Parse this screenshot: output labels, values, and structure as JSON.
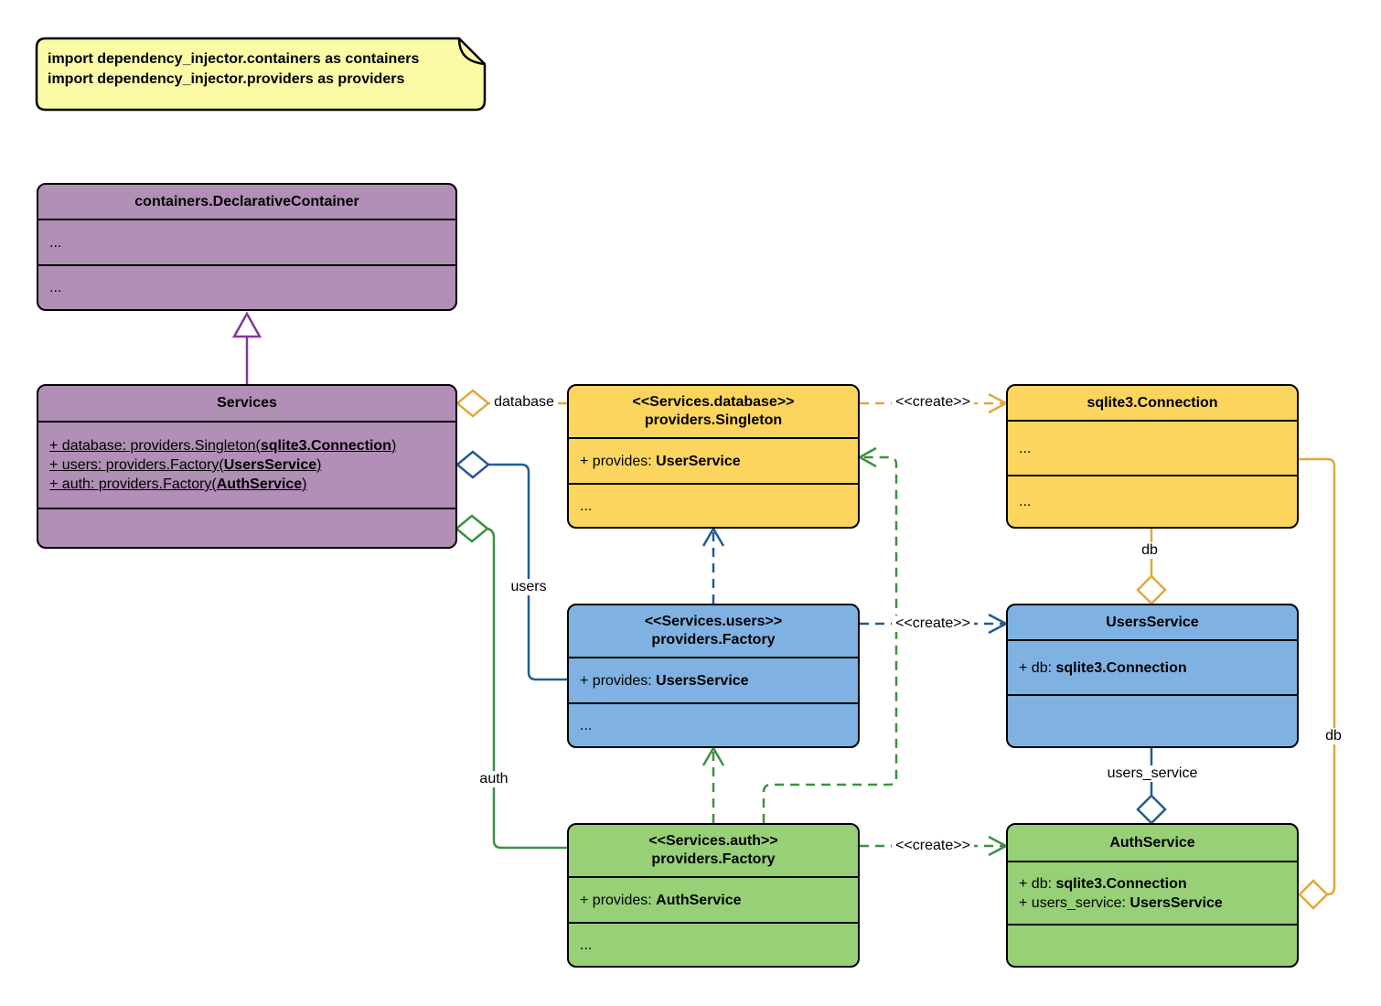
{
  "note": {
    "lines": [
      "import dependency_injector.containers as containers",
      "import dependency_injector.providers as providers"
    ]
  },
  "classes": {
    "declarative_container": {
      "title": "containers.DeclarativeContainer",
      "compartment1": "...",
      "compartment2": "..."
    },
    "services": {
      "title": "Services",
      "attributes": [
        {
          "prefix": "+ database: providers.Singleton(",
          "bold": "sqlite3.Connection",
          "suffix": ")"
        },
        {
          "prefix": "+ users: providers.Factory(",
          "bold": "UsersService",
          "suffix": ")"
        },
        {
          "prefix": "+ auth: providers.Factory(",
          "bold": "AuthService",
          "suffix": ")"
        }
      ]
    },
    "database_singleton": {
      "stereotype": "<<Services.database>>",
      "title": "providers.Singleton",
      "provides_prefix": "+ provides: ",
      "provides_bold": "UserService",
      "more": "..."
    },
    "sqlite_connection": {
      "title": "sqlite3.Connection",
      "compartment1": "...",
      "compartment2": "..."
    },
    "users_factory": {
      "stereotype": "<<Services.users>>",
      "title": "providers.Factory",
      "provides_prefix": "+ provides: ",
      "provides_bold": "UsersService",
      "more": "..."
    },
    "users_service": {
      "title": "UsersService",
      "attr_prefix": "+ db: ",
      "attr_bold": "sqlite3.Connection"
    },
    "auth_factory": {
      "stereotype": "<<Services.auth>>",
      "title": "providers.Factory",
      "provides_prefix": "+ provides: ",
      "provides_bold": "AuthService",
      "more": "..."
    },
    "auth_service": {
      "title": "AuthService",
      "attributes": [
        {
          "prefix": "+ db: ",
          "bold": "sqlite3.Connection"
        },
        {
          "prefix": "+ users_service: ",
          "bold": "UsersService"
        }
      ]
    }
  },
  "edge_labels": {
    "database": "database",
    "users": "users",
    "auth": "auth",
    "create_database": "<<create>>",
    "create_users": "<<create>>",
    "create_auth": "<<create>>",
    "db_users": "db",
    "db_auth": "db",
    "users_service": "users_service"
  },
  "colors": {
    "purple_fill": "#B18FB6",
    "purple_line": "#7D3C98",
    "yellow_fill": "#FCD55F",
    "yellow_line": "#DFA93C",
    "blue_fill": "#7FB2E2",
    "blue_line": "#235A97",
    "green_fill": "#97D077",
    "green_line": "#3F8F44",
    "note_fill": "#FBFBA6",
    "border": "#000000"
  }
}
